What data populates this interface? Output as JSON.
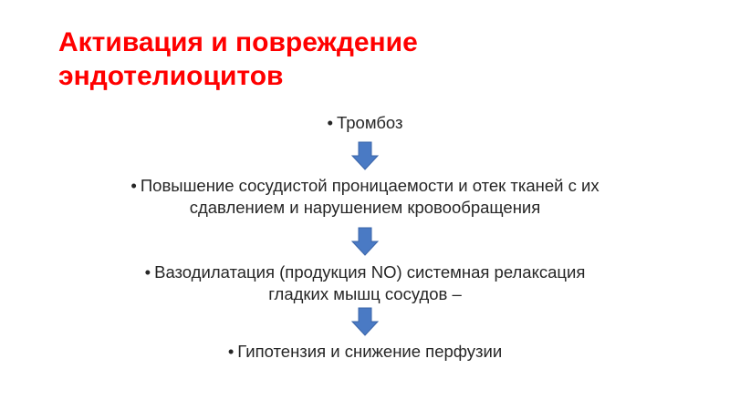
{
  "slide": {
    "title": "Активация и повреждение эндотелиоцитов",
    "title_color": "#ff0000",
    "arrow_color": "#4a7ac4",
    "arrow_icon": "down-arrow-icon",
    "bullet": "•",
    "items": [
      {
        "lines": [
          "Тромбоз"
        ]
      },
      {
        "lines": [
          "Повышение сосудистой проницаемости и отек тканей с их",
          "сдавлением и нарушением кровообращения"
        ]
      },
      {
        "lines": [
          "Вазодилатация (продукция NO) системная релаксация",
          "гладких мышц сосудов –"
        ]
      },
      {
        "lines": [
          "Гипотензия и снижение перфузии"
        ]
      }
    ]
  }
}
